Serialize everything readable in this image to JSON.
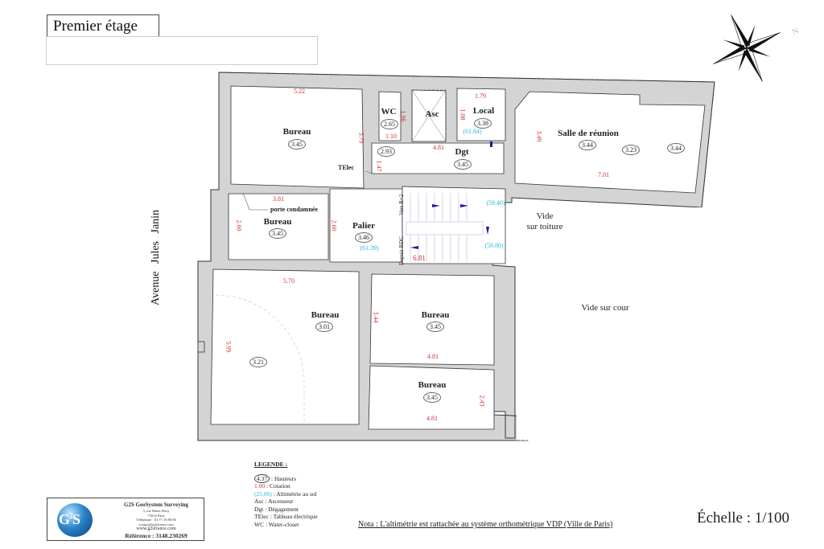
{
  "header": {
    "title": "Premier étage",
    "subtitle": ""
  },
  "street": "Avenue Jules Janin",
  "compass": {
    "north_label": "N"
  },
  "rooms": [
    {
      "id": "bureau-nw",
      "label": "Bureau",
      "height": "3.45",
      "dims": [
        "5.22",
        "3.79"
      ]
    },
    {
      "id": "wc",
      "label": "WC",
      "height": "2.65",
      "dims": [
        "1.96",
        "1.10"
      ]
    },
    {
      "id": "asc",
      "label": "Asc",
      "height": "",
      "dims": []
    },
    {
      "id": "local",
      "label": "Local",
      "height": "3.38",
      "dims": [
        "1.79",
        "1.08"
      ],
      "altimetry": "(61.84)"
    },
    {
      "id": "dgt",
      "label": "Dgt",
      "height": "3.45",
      "dims": [
        "4.81"
      ]
    },
    {
      "id": "salle-reunion",
      "label": "Salle de réunion",
      "heights": [
        "3.44",
        "3.23",
        "3.44"
      ],
      "dims": [
        "3.49",
        "7.01"
      ]
    },
    {
      "id": "bureau-w",
      "label": "Bureau",
      "height": "3.45",
      "dims": [
        "3.81",
        "2.60",
        "2.60"
      ]
    },
    {
      "id": "palier",
      "label": "Palier",
      "height": "3.46",
      "altimetry": "(61.39)"
    },
    {
      "id": "bureau-sw",
      "label": "Bureau",
      "heights": [
        "3.01",
        "3.21"
      ],
      "dims": [
        "5.70",
        "5.99"
      ]
    },
    {
      "id": "bureau-center",
      "label": "Bureau",
      "height": "3.45",
      "dims": [
        "3.44",
        "4.81"
      ]
    },
    {
      "id": "bureau-south",
      "label": "Bureau",
      "height": "3.45",
      "dims": [
        "4.81",
        "2.43"
      ]
    }
  ],
  "misc_labels": {
    "telec": "TElec",
    "telec_dim": "1.47",
    "corridor_height": "2.93",
    "porte": "porte condamnée",
    "vers": "Vers R+2",
    "depuis": "Depuis RDC",
    "stair_dim": "6.81",
    "stair_alt_top": "(59.40)",
    "stair_alt_bottom": "(59.80)",
    "vide_toiture_1": "Vide",
    "vide_toiture_2": "sur toiture",
    "vide_cour": "Vide sur cour"
  },
  "legend": {
    "title": "LEGENDE :",
    "items": [
      {
        "sample": "4.37",
        "text": " : Hauteurs",
        "kind": "h"
      },
      {
        "sample": "1.00",
        "text": " : Cotation",
        "kind": "c"
      },
      {
        "sample": "(25.00)",
        "text": " : Altimétrie au sol",
        "kind": "a"
      },
      {
        "sample": "",
        "text": "Asc : Ascenseur",
        "kind": ""
      },
      {
        "sample": "",
        "text": "Dgt : Dégagement",
        "kind": ""
      },
      {
        "sample": "",
        "text": "TElec : Tableau électrique",
        "kind": ""
      },
      {
        "sample": "",
        "text": "WC : Water-closet",
        "kind": ""
      }
    ]
  },
  "company": {
    "logo": "G2S",
    "name": "G2S GeoSystem Surveying",
    "address1": "3, rue Marie Davy",
    "address2": "75014 Paris",
    "phone": "Téléphone : 01.77.19.80.06",
    "email": "contact@g2sfrance.com",
    "web": "www.g2sfrance.com",
    "reference": "Référence : 3148.230269"
  },
  "nota": "Nota : L'altimétrie est rattachée au système orthométrique VDP (Ville de Paris)",
  "scale": "Échelle : 1/100",
  "colors": {
    "wall": "#d4d4d4",
    "dimension": "#d03030",
    "altimetry": "#29b7d9",
    "stair_arrow": "#1a1aa0"
  }
}
